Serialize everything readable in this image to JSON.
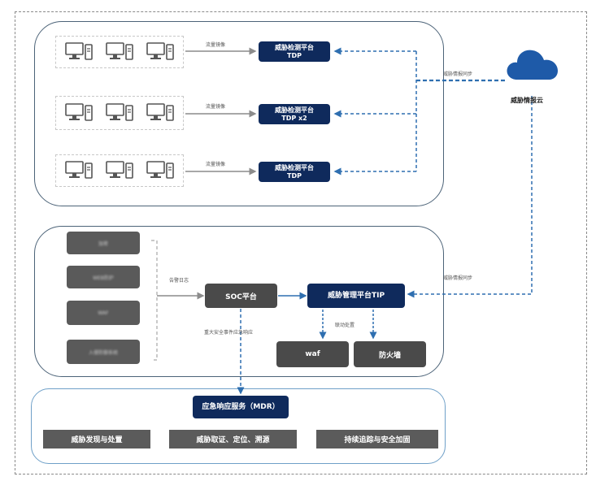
{
  "cloud": {
    "label": "威胁情报云"
  },
  "top_panel": {
    "rows": [
      {
        "mirror_label": "流量镜像",
        "box_line1": "威胁检测平台",
        "box_line2": "TDP"
      },
      {
        "mirror_label": "流量镜像",
        "box_line1": "威胁检测平台",
        "box_line2": "TDP x2"
      },
      {
        "mirror_label": "流量镜像",
        "box_line1": "威胁检测平台",
        "box_line2": "TDP"
      }
    ],
    "sync_label": "威胁情报同步"
  },
  "middle_panel": {
    "sources": [
      {
        "label": "加密"
      },
      {
        "label": "WEB防护"
      },
      {
        "label": "WAF"
      },
      {
        "label": "入侵防御系统"
      }
    ],
    "alert_log_label": "告警日志",
    "soc_label": "SOC平台",
    "tip_label": "威胁管理平台TIP",
    "linkage_label": "联动处置",
    "waf_label": "waf",
    "firewall_label": "防火墙",
    "incident_label": "重大安全事件应急响应",
    "sync_label": "威胁情报同步"
  },
  "mdr_panel": {
    "title": "应急响应服务（MDR）",
    "items": [
      {
        "label": "威胁发现与处置"
      },
      {
        "label": "威胁取证、定位、溯源"
      },
      {
        "label": "持续追踪与安全加固"
      }
    ]
  },
  "colors": {
    "navy": "#0f2a5c",
    "arrow_blue": "#2f6fb0",
    "cloud_blue": "#1e5aa8",
    "dark_gray": "#4a4a4a"
  }
}
